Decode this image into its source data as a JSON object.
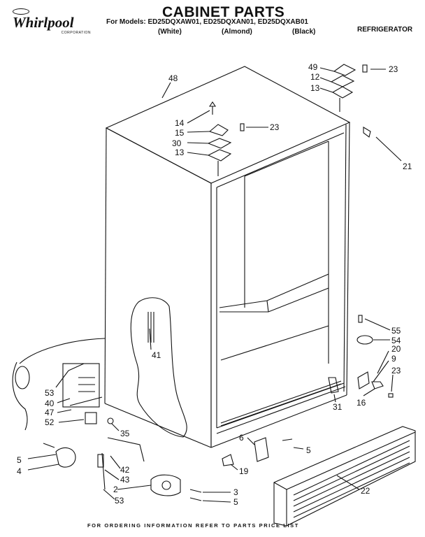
{
  "header": {
    "brand": "Whirlpool",
    "brand_sub": "CORPORATION",
    "title": "CABINET PARTS",
    "models_line": "For Models: ED25DQXAW01, ED25DQXAN01, ED25DQXAB01",
    "colors": [
      "(White)",
      "(Almond)",
      "(Black)"
    ],
    "appliance": "REFRIGERATOR"
  },
  "callouts": [
    "48",
    "49",
    "12",
    "23",
    "13",
    "14",
    "15",
    "23",
    "30",
    "13",
    "21",
    "41",
    "55",
    "54",
    "20",
    "9",
    "23",
    "16",
    "31",
    "53",
    "40",
    "47",
    "52",
    "35",
    "6",
    "5",
    "5",
    "4",
    "42",
    "43",
    "2",
    "3",
    "5",
    "53",
    "19",
    "22"
  ],
  "footer": "FOR ORDERING INFORMATION REFER TO PARTS PRICE LIST"
}
